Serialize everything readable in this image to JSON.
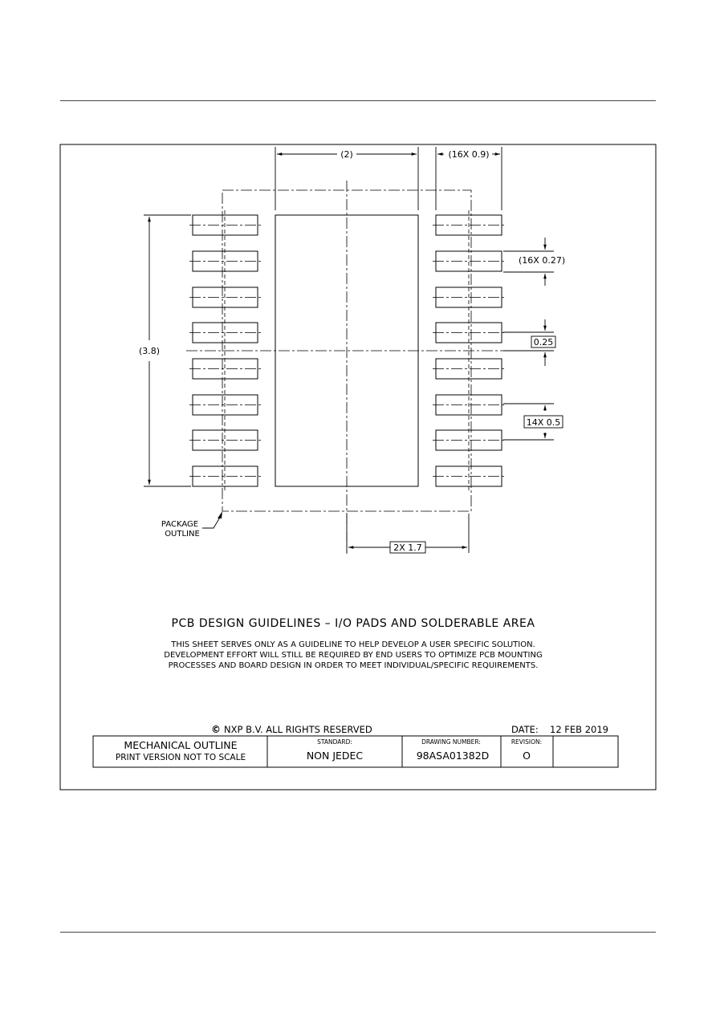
{
  "drawing": {
    "dimensions": {
      "center_pad_width": "(2)",
      "pad_length": "(16X 0.9)",
      "pad_width": "(16X 0.27)",
      "gap": "0.25",
      "pitch": "14X 0.5",
      "overall_height": "(3.8)",
      "half_span": "2X 1.7"
    },
    "package_outline_label_line1": "PACKAGE",
    "package_outline_label_line2": "OUTLINE",
    "title": "PCB DESIGN GUIDELINES – I/O PADS AND SOLDERABLE AREA",
    "notes": [
      "THIS SHEET SERVES ONLY AS A GUIDELINE TO HELP DEVELOP A USER SPECIFIC SOLUTION.",
      "DEVELOPMENT EFFORT WILL STILL BE REQUIRED BY END USERS TO OPTIMIZE PCB MOUNTING",
      "PROCESSES AND BOARD DESIGN IN ORDER TO MEET INDIVIDUAL/SPECIFIC REQUIREMENTS."
    ],
    "copyright": "NXP B.V. ALL RIGHTS RESERVED",
    "copyright_symbol": "©",
    "date_label": "DATE:",
    "date_value": "12 FEB 2019"
  },
  "title_block": {
    "title_line1": "MECHANICAL OUTLINE",
    "title_line2": "PRINT VERSION NOT TO SCALE",
    "standard_label": "STANDARD:",
    "standard_value": "NON JEDEC",
    "drawing_number_label": "DRAWING NUMBER:",
    "drawing_number_value": "98ASA01382D",
    "revision_label": "REVISION:",
    "revision_value": "O"
  }
}
